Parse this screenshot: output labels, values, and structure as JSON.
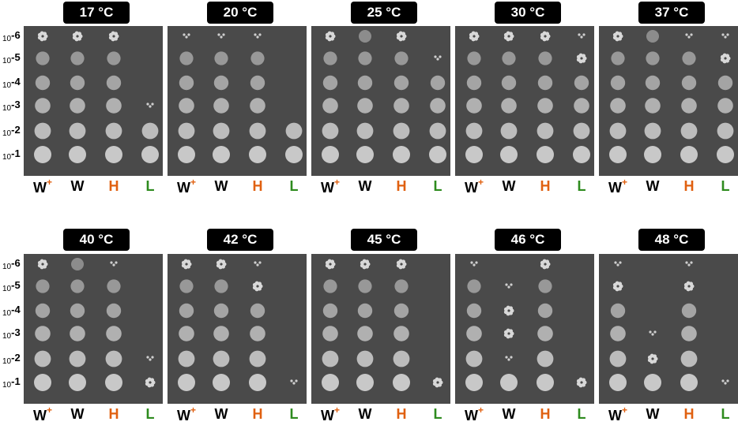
{
  "rows": [
    {
      "temperatures": [
        "17 °C",
        "20 °C",
        "25 °C",
        "30 °C",
        "37 °C"
      ]
    },
    {
      "temperatures": [
        "40 °C",
        "42 °C",
        "45 °C",
        "46 °C",
        "48 °C"
      ]
    }
  ],
  "dilutions": [
    {
      "base": "10",
      "exp": "-6"
    },
    {
      "base": "10",
      "exp": "-5"
    },
    {
      "base": "10",
      "exp": "-4"
    },
    {
      "base": "10",
      "exp": "-3"
    },
    {
      "base": "10",
      "exp": "-2"
    },
    {
      "base": "10",
      "exp": "-1"
    }
  ],
  "strains": [
    {
      "label": "W",
      "sup": "+",
      "color": "#000000"
    },
    {
      "label": "W",
      "sup": "",
      "color": "#000000"
    },
    {
      "label": "H",
      "sup": "",
      "color": "#e06010"
    },
    {
      "label": "L",
      "sup": "",
      "color": "#2e8b1e"
    }
  ],
  "colors": {
    "plate": "#4a4a4a",
    "colony": "#c8c8c8",
    "label_bg": "#000000",
    "W_plus_superscript": "#e06010",
    "H": "#e06010",
    "L": "#2e8b1e"
  }
}
